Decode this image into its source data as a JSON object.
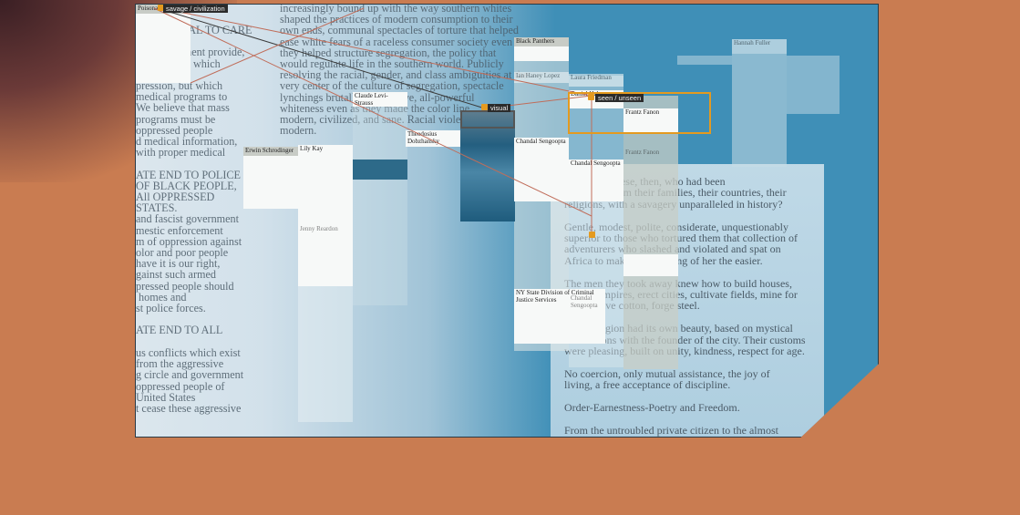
{
  "tags": {
    "savage_civilization": "savage / civilization",
    "visual": "visual",
    "seen_unseen": "seen / unseen"
  },
  "nodes": {
    "poisonal": "Poisonal",
    "black_panthers": "Black Panthers",
    "claude": "Claude Levi-Strauss",
    "theodosius": "Theodosius Dobzhansky",
    "erwin": "Erwin Schrodinger",
    "lily_kay": "Lily Kay",
    "daniel_hale": "Daniel Hale",
    "frantz_fanon": "Frantz Fanon",
    "chandal": "Chandal Sengoopta",
    "ny_state": "NY State Division of Criminal Justice Services"
  },
  "faint_labels": {
    "henry_lopez": "Ian Haney Lopez",
    "laura_friedman": "Laura Friedman",
    "jenny_reardon": "Jenny Reardon",
    "frantz_faint": "Frantz Fanon",
    "hannah": "Hannah Fuller",
    "chandal2": "Chandal Sengoopta"
  },
  "left_text": "AND SOCIAL TO CARE\nPEOPLE.\nthe government provide,\nand services which\nhave\npression, but which\nmedical programs to\nWe believe that mass\nprograms must be\noppressed people\nd medical information,\nwith proper medical\n\nATE END TO POLICE\nOF BLACK PEOPLE,\nAll OPPRESSED\nSTATES.\nand fascist government\nmestic enforcement\nm of oppression against\nolor and poor people\nhave it is our right,\ngainst such armed\npressed people should\n homes and\nst police forces.\n\nATE END TO ALL\n\nus conflicts which exist\nfrom the aggressive\ng circle and government\noppressed people of\nUnited States\nt cease these aggressive",
  "top_text": "increasingly bound up with the way southern whites\nshaped the practices of modern consumption to their\nown ends, communal spectacles of torture that helped\nease white fears of a raceless consumer society even as\nthey helped structure segregation, the policy that\nwould regulate life in the southern world. Publicly\nresolving the racial, gender, and class ambiguities at the\nvery center of the culture of segregation, spectacle\nlynchings brutally a collective, all-powerful\nwhiteness even as they made the color line\nmodern, civilized, and sane. Racial violence\nmodern.",
  "right_text": "Who were these, then, who had been\ntorn away from their families, their countries, their\nreligions, with a savagery unparalleled in history?\n\nGentle, modest, polite, considerate, unquestionably\nsuperior to those who tortured them that collection of\nadventurers who slashed and violated and spat on\nAfrica to make the stripping of her the easier.\n\nThe men they took away knew how to build houses,\ngovern empires, erect cities, cultivate fields, mine for\nores, weave cotton, forge steel.\n\nTheir religion had its own beauty, based on mystical\nconnections with the founder of the city. Their customs\nwere pleasing, built on unity, kindness, respect for age.\n\nNo coercion, only mutual assistance, the joy of\nliving, a free acceptance of discipline.\n\nOrder-Earnestness-Poetry and Freedom.\n\nFrom the untroubled private citizen to the almost"
}
